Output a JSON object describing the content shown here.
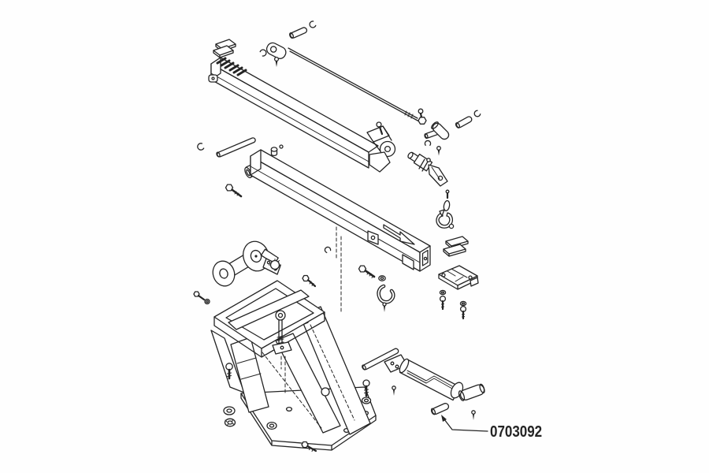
{
  "diagram": {
    "type": "exploded-parts-diagram",
    "subject": "crane-davit-assembly",
    "background_color": "#fefefe",
    "line_color": "#242424",
    "callout": {
      "part_number": "0703092"
    },
    "parts": [
      "extension-boom",
      "retainer-clips",
      "clevis-pin",
      "c-clip",
      "brace-rod",
      "rod-end-nut",
      "t-handle-pin",
      "cotter-pin",
      "link-pin",
      "swivel-pulley",
      "chain-link",
      "chain-hook",
      "inner-boom",
      "pivot-boss",
      "upper-handle-rod",
      "hex-bolt",
      "winch-drum",
      "ratchet-gear",
      "winch-bracket",
      "rope-hook",
      "flat-shims",
      "slide-bracket",
      "carriage-bolts",
      "mast-top-frame",
      "eye-bolt",
      "pedestal-leg",
      "gusset-plate",
      "side-plate",
      "base-plate",
      "flat-washer",
      "lock-washer",
      "mounting-bolt",
      "crank-handle",
      "handle-grip",
      "lower-handle-rod",
      "part-pin-0703092"
    ]
  }
}
